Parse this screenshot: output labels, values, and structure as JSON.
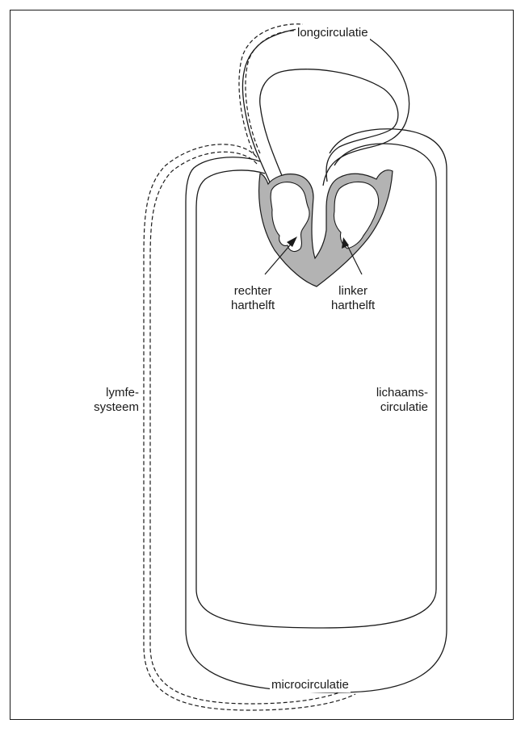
{
  "labels": {
    "longcirculatie": "longcirculatie",
    "rechter_1": "rechter",
    "rechter_2": "harthelft",
    "linker_1": "linker",
    "linker_2": "harthelft",
    "lymfe_1": "lymfe-",
    "lymfe_2": "systeem",
    "lichaams_1": "lichaams-",
    "lichaams_2": "circulatie",
    "microcirculatie": "microcirculatie"
  },
  "colors": {
    "line": "#1a1a1a",
    "heart_muscle": "#b3b3b3",
    "background": "#ffffff"
  }
}
